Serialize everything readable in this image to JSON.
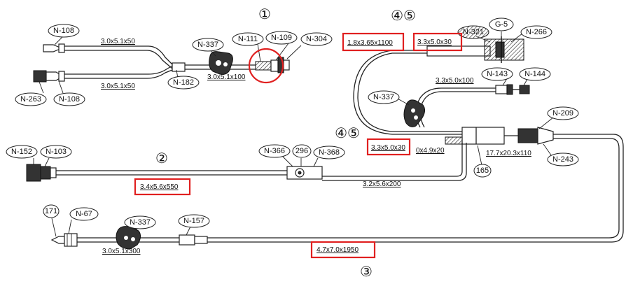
{
  "colors": {
    "highlight": "#e02020",
    "line": "#222222"
  },
  "markers": [
    "①",
    "④⑤",
    "④⑤",
    "②",
    "③"
  ],
  "labels": {
    "n108a": "N-108",
    "n263": "N-263",
    "n108b": "N-108",
    "n182": "N-182",
    "n337a": "N-337",
    "n111": "N-111",
    "n109": "N-109",
    "n304": "N-304",
    "n321": "N-321",
    "g5": "G-5",
    "n266": "N-266",
    "n143": "N-143",
    "n144": "N-144",
    "n337b": "N-337",
    "n209": "N-209",
    "n243": "N-243",
    "n165": "165",
    "n152": "N-152",
    "n103": "N-103",
    "n366": "N-366",
    "n296": "296",
    "n368": "N-368",
    "n171": "171",
    "n67": "N-67",
    "n337c": "N-337",
    "n157": "N-157"
  },
  "dimensions": {
    "d1": "3.0x5.1x50",
    "d2": "3.0x5.1x50",
    "d3": "3.0x5.1x100",
    "d4": "1.8x3.65x1100",
    "d5": "3.3x5.0x30",
    "d6": "3.3x5.0x100",
    "d7": "3.3x5.0x30",
    "d8": "0x4.9x20",
    "d9": "17.7x20.3x110",
    "d10": "3.4x5.6x550",
    "d11": "3.2x5.6x200",
    "d12": "3.0x5.1x300",
    "d13": "4.7x7.0x1950"
  }
}
